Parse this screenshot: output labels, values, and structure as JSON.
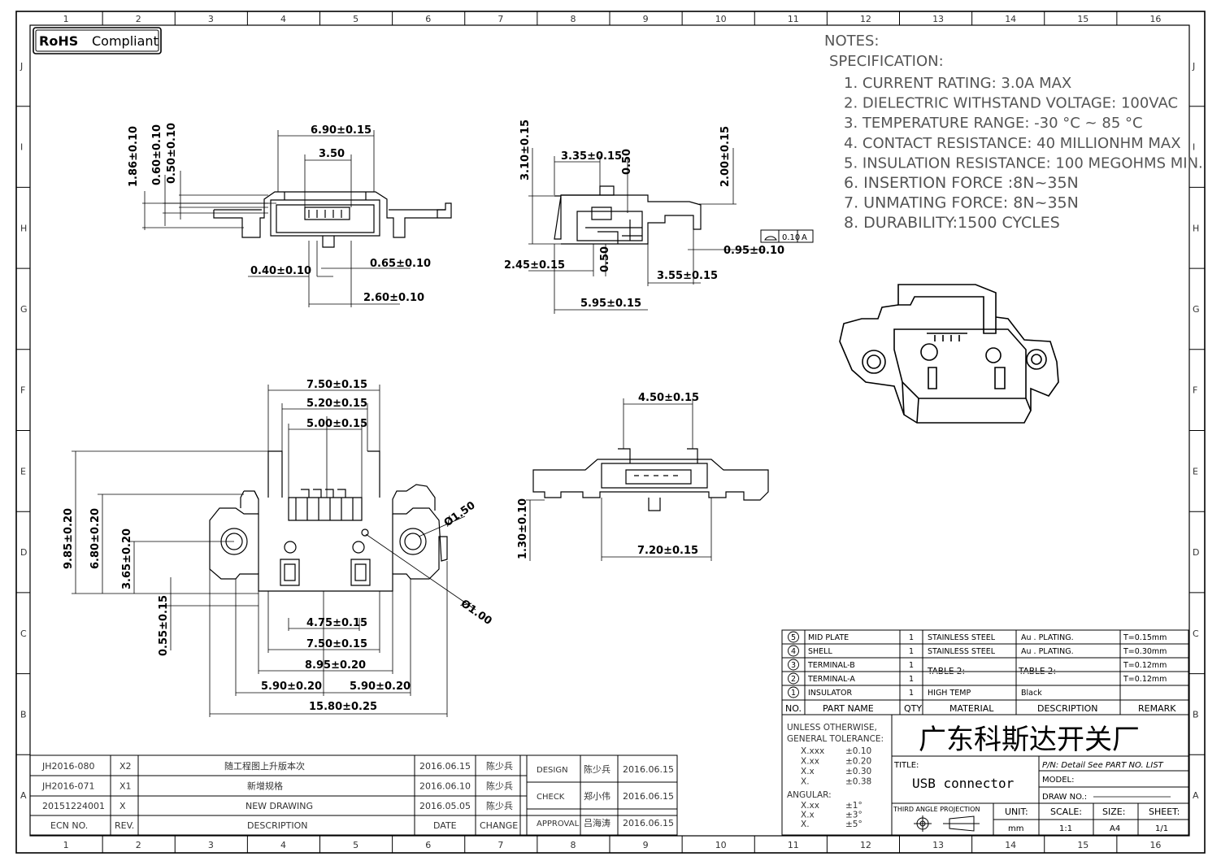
{
  "grid": {
    "cols": [
      "1",
      "2",
      "3",
      "4",
      "5",
      "6",
      "7",
      "8",
      "9",
      "10",
      "11",
      "12",
      "13",
      "14",
      "15",
      "16"
    ],
    "rows": [
      "J",
      "I",
      "H",
      "G",
      "F",
      "E",
      "D",
      "C",
      "B",
      "A"
    ]
  },
  "rohs": {
    "bold": "RoHS",
    "text": "Compliant"
  },
  "notes": {
    "title": "NOTES:",
    "subtitle": "SPECIFICATION:",
    "items": [
      "1. CURRENT RATING: 3.0A MAX",
      "2. DIELECTRIC WITHSTAND VOLTAGE: 100VAC",
      "3. TEMPERATURE RANGE: -30 °C ~ 85 °C",
      "4. CONTACT RESISTANCE: 40 MILLIONHM MAX",
      "5. INSULATION RESISTANCE: 100 MEGOHMS MIN.",
      "6.  INSERTION  FORCE  :8N~35N",
      "7.  UNMATING  FORCE:  8N~35N",
      "8.  DURABILITY:1500  CYCLES"
    ]
  },
  "dims": {
    "front_top": [
      "6.90±0.15",
      "3.50",
      "1.86±0.10",
      "0.60±0.10",
      "0.50±0.10",
      "0.40±0.10",
      "0.65±0.10",
      "2.60±0.10"
    ],
    "side": [
      "3.35±0.15",
      "0.50",
      "3.10±0.15",
      "2.00±0.15",
      "2.45±0.15",
      "0.50",
      "0.95±0.10",
      "3.55±0.15",
      "5.95±0.15"
    ],
    "flatness": [
      "0.10",
      "A"
    ],
    "plan": [
      "7.50±0.15",
      "5.20±0.15",
      "5.00±0.15",
      "9.85±0.20",
      "6.80±0.20",
      "3.65±0.20",
      "0.55±0.15",
      "Ø1.50",
      "Ø1.00",
      "4.75±0.15",
      "7.50±0.15",
      "8.95±0.20",
      "5.90±0.20",
      "5.90±0.20",
      "15.80±0.25"
    ],
    "rear": [
      "4.50±0.15",
      "1.30±0.10",
      "7.20±0.15"
    ]
  },
  "bom": {
    "rows": [
      {
        "no": "5",
        "part": "MID PLATE",
        "qty": "1",
        "material": "STAINLESS STEEL",
        "desc": "Au . PLATING.",
        "remark": "T=0.15mm"
      },
      {
        "no": "4",
        "part": "SHELL",
        "qty": "1",
        "material": "STAINLESS STEEL",
        "desc": "Au . PLATING.",
        "remark": "T=0.30mm"
      },
      {
        "no": "3",
        "part": "TERMINAL-B",
        "qty": "1",
        "material": "TABLE 2:",
        "desc": "TABLE 2:",
        "remark": "T=0.12mm"
      },
      {
        "no": "2",
        "part": "TERMINAL-A",
        "qty": "1",
        "material": "",
        "desc": "",
        "remark": "T=0.12mm"
      },
      {
        "no": "1",
        "part": "INSULATOR",
        "qty": "1",
        "material": "HIGH TEMP",
        "desc": "Black",
        "remark": ""
      }
    ],
    "header": {
      "no": "NO.",
      "part": "PART NAME",
      "qty": "QTY",
      "material": "MATERIAL",
      "desc": "DESCRIPTION",
      "remark": "REMARK"
    }
  },
  "tolerance": {
    "title1": "UNLESS OTHERWISE,",
    "title2": "GENERAL TOLERANCE:",
    "rows": [
      [
        "X.xxx",
        "±0.10"
      ],
      [
        "X.xx",
        "±0.20"
      ],
      [
        "X.x",
        "±0.30"
      ],
      [
        "X.",
        "±0.38"
      ]
    ],
    "angular_label": "ANGULAR:",
    "angular": [
      [
        "X.xx",
        "±1°"
      ],
      [
        "X.x",
        "±3°"
      ],
      [
        "X.",
        "±5°"
      ]
    ]
  },
  "company": "广东科斯达开关厂",
  "title_block": {
    "title_label": "TITLE:",
    "title_value": "USB connector",
    "pn": "P/N: Detail  See  PART  NO.  LIST",
    "model": "MODEL:",
    "draw_no": "DRAW  NO.:",
    "projection": "THIRD ANGLE PROJECTION",
    "unit_label": "UNIT:",
    "unit": "mm",
    "scale_label": "SCALE:",
    "scale": "1:1",
    "size_label": "SIZE:",
    "size": "A4",
    "sheet_label": "SHEET:",
    "sheet": "1/1"
  },
  "revisions": [
    {
      "ecn": "JH2016-080",
      "rev": "X2",
      "desc": "随工程图上升版本次",
      "date": "2016.06.15",
      "change": "陈少兵"
    },
    {
      "ecn": "JH2016-071",
      "rev": "X1",
      "desc": "新增规格",
      "date": "2016.06.10",
      "change": "陈少兵"
    },
    {
      "ecn": "20151224001",
      "rev": "X",
      "desc": "NEW  DRAWING",
      "date": "2016.05.05",
      "change": "陈少兵"
    }
  ],
  "rev_header": {
    "ecn": "ECN  NO.",
    "rev": "REV.",
    "desc": "DESCRIPTION",
    "date": "DATE",
    "change": "CHANGE"
  },
  "approvals": [
    {
      "role": "DESIGN",
      "name": "陈少兵",
      "date": "2016.06.15"
    },
    {
      "role": "CHECK",
      "name": "郑小伟",
      "date": "2016.06.15"
    },
    {
      "role": "APPROVAL",
      "name": "吕海涛",
      "date": "2016.06.15"
    }
  ]
}
